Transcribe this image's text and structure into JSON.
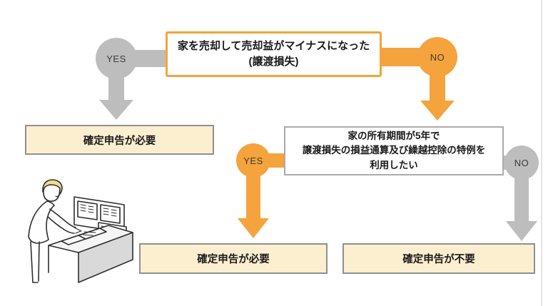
{
  "flowchart": {
    "q1": {
      "line1": "家を売却して売却益がマイナスになった",
      "line2": "(譲渡損失)"
    },
    "q1_yes_label": "YES",
    "q1_no_label": "NO",
    "result_q1_yes": "確定申告が必要",
    "q2": {
      "line1": "家の所有期間が5年で",
      "line2": "譲渡損失の損益通算及び繰越控除の特例を",
      "line3": "利用したい"
    },
    "q2_yes_label": "YES",
    "q2_no_label": "NO",
    "result_q2_yes": "確定申告が必要",
    "result_q2_no": "確定申告が不要"
  },
  "colors": {
    "accent_orange": "#F5A33C",
    "connector_gray": "#BDBDBD",
    "result_box_bg": "#FBEFD0",
    "result_box_border": "#8F8F8F",
    "question_box_border": "#ABABAB",
    "text": "#1a1a1a"
  },
  "illustration": {
    "name": "person-writing-at-desk-illustration"
  }
}
